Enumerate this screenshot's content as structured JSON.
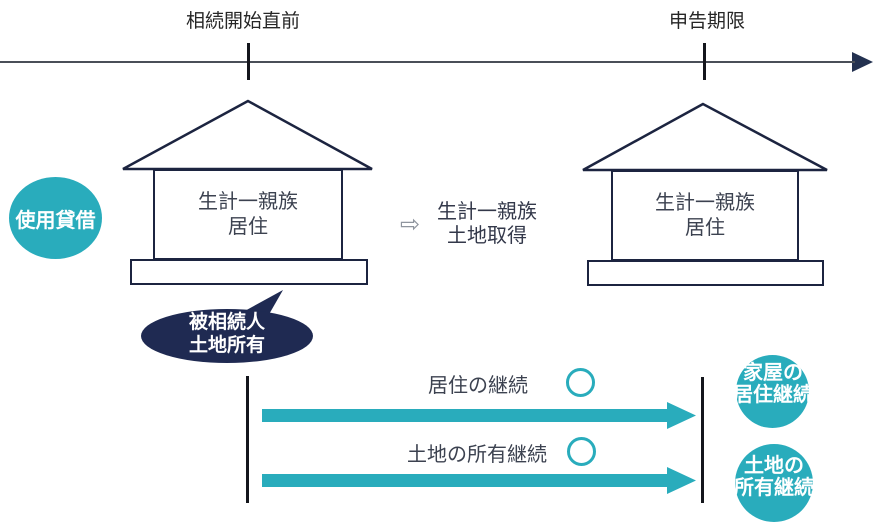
{
  "colors": {
    "teal": "#29acbc",
    "navy": "#1f2a52",
    "ink": "#1c2440"
  },
  "timeline": {
    "label_left": "相続開始直前",
    "label_right": "申告期限"
  },
  "badge": {
    "label": "使用貸借"
  },
  "houses": {
    "left": {
      "line1": "生計一親族",
      "line2": "居住"
    },
    "right": {
      "line1": "生計一親族",
      "line2": "居住"
    }
  },
  "transfer": {
    "arrow_glyph": "⇨",
    "line1": "生計一親族",
    "line2": "土地取得"
  },
  "bubble": {
    "line1": "被相続人",
    "line2": "土地所有"
  },
  "conditions": [
    {
      "label": "居住の継続",
      "result_mark": "○"
    },
    {
      "label": "土地の所有継続",
      "result_mark": "○"
    }
  ],
  "outcomes": [
    {
      "line1": "家屋の",
      "line2": "居住継続"
    },
    {
      "line1": "土地の",
      "line2": "所有継続"
    }
  ]
}
